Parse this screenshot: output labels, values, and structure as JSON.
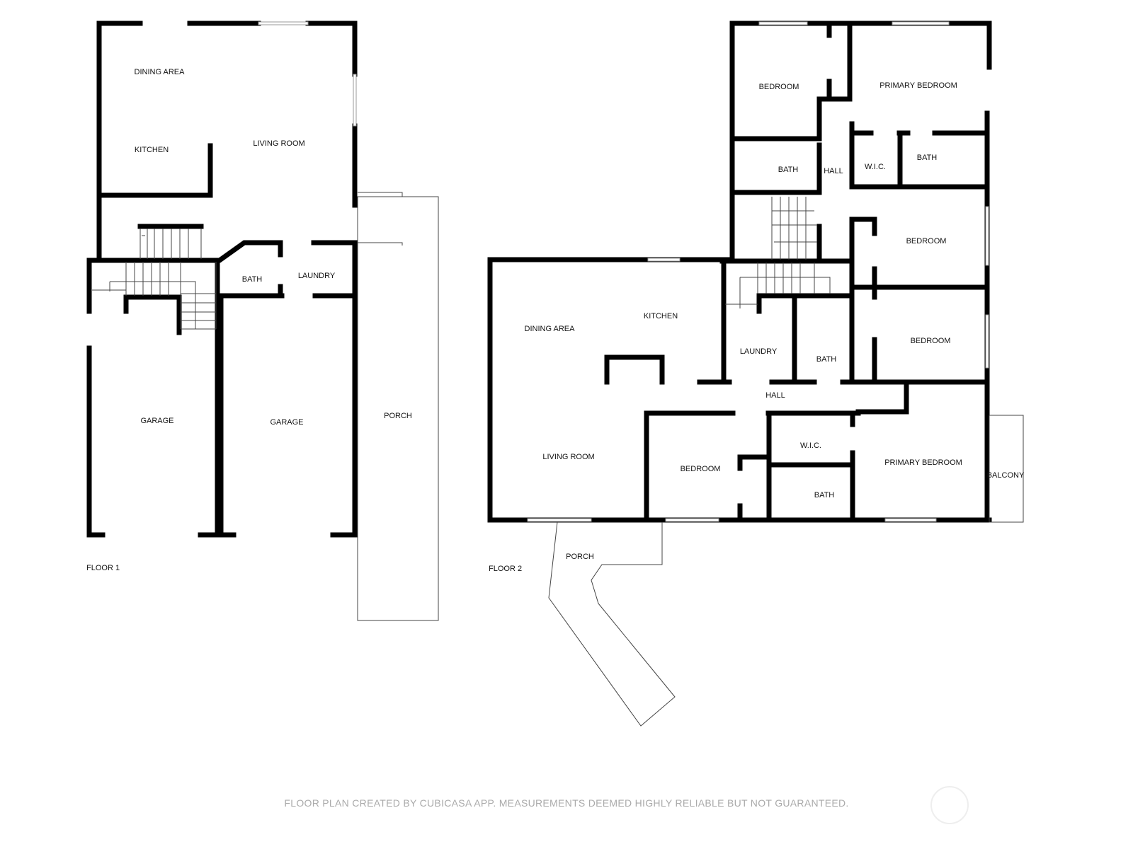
{
  "floor1": {
    "label": "FLOOR 1",
    "rooms": {
      "dining": "DINING AREA",
      "kitchen": "KITCHEN",
      "living": "LIVING ROOM",
      "bath": "BATH",
      "laundry": "LAUNDRY",
      "garage1": "GARAGE",
      "garage2": "GARAGE",
      "porch": "PORCH"
    }
  },
  "floor2": {
    "label": "FLOOR 2",
    "rooms": {
      "bedroom_nw": "BEDROOM",
      "primary_top": "PRIMARY BEDROOM",
      "bath_w": "BATH",
      "hall_upper": "HALL",
      "wic_top": "W.I.C.",
      "bath_top": "BATH",
      "bedroom_e1": "BEDROOM",
      "bedroom_e2": "BEDROOM",
      "dining": "DINING AREA",
      "kitchen": "KITCHEN",
      "laundry": "LAUNDRY",
      "bath_mid": "BATH",
      "hall": "HALL",
      "living": "LIVING ROOM",
      "bedroom_s": "BEDROOM",
      "wic_bottom": "W.I.C.",
      "bath_bottom": "BATH",
      "primary_bottom": "PRIMARY BEDROOM",
      "balcony": "BALCONY",
      "porch": "PORCH"
    }
  },
  "footer": "FLOOR PLAN CREATED BY CUBICASA APP. MEASUREMENTS DEEMED HIGHLY RELIABLE BUT NOT GUARANTEED."
}
